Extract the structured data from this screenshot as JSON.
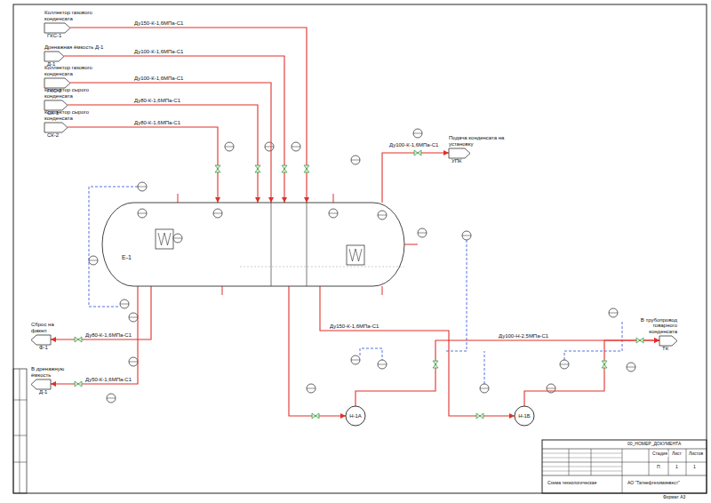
{
  "diagram": {
    "nodes": [
      {
        "text": [
          "Коллектор газового конденсата",
          "ГКС-1"
        ]
      },
      {
        "text": [
          "Дренажная ёмкость Д-1",
          "Д-1"
        ]
      },
      {
        "text": [
          "Коллектор газового конденсата",
          "ГКС-2"
        ]
      },
      {
        "text": [
          "Коллектор сырого конденсата",
          "СК-1"
        ]
      },
      {
        "text": [
          "Коллектор сырого конденсата",
          "СК-2"
        ]
      },
      {
        "text": [
          "Подача конденсата на установку",
          "УПК"
        ]
      },
      {
        "text": [
          "Е-1"
        ]
      },
      {
        "text": [
          "Сброс на факел",
          "Ф-1"
        ]
      },
      {
        "text": [
          "В дренажную ёмкость",
          "Д-1"
        ]
      },
      {
        "text": [
          "В трубопровод товарного конденсата",
          "ТК"
        ]
      },
      {
        "text": [
          "Н-1А"
        ]
      },
      {
        "text": [
          "Н-1Б"
        ]
      }
    ],
    "edges": [
      {
        "from": 0,
        "to": 6,
        "arrow": "to"
      },
      {
        "from": 1,
        "to": 6,
        "arrow": "to"
      },
      {
        "from": 2,
        "to": 6,
        "arrow": "to"
      },
      {
        "from": 3,
        "to": 6,
        "arrow": "to"
      },
      {
        "from": 4,
        "to": 6,
        "arrow": "to"
      },
      {
        "from": 6,
        "to": 5,
        "arrow": "to"
      },
      {
        "from": 6,
        "to": 7,
        "arrow": "to"
      },
      {
        "from": 6,
        "to": 8,
        "arrow": "to"
      },
      {
        "from": 6,
        "to": 10,
        "arrow": "to"
      },
      {
        "from": 6,
        "to": 11,
        "arrow": "to"
      },
      {
        "from": 10,
        "to": 9,
        "arrow": "to"
      },
      {
        "from": 11,
        "to": 9,
        "arrow": "to"
      }
    ],
    "labels": [
      "Ду150-К-1,6МПа-С1",
      "Ду100-К-1,6МПа-С1",
      "Ду100-К-1,6МПа-С1",
      "Ду80-К-1,6МПа-С1",
      "Ду80-К-1,6МПа-С1",
      "Ду100-К-1,6МПа-С1",
      "Ду150-К-1,6МПа-С1",
      "Ду100-Н-2,5МПа-С1",
      "Ду80-К-1,6МПа-С1",
      "Ду50-К-1,6МПа-С1",
      "00_НОМЕР_ДОКУМЕНТА",
      "Стадия",
      "Лист",
      "Листов",
      "П",
      "1",
      "1",
      "Схема технологическая",
      "АО \"Татнефтехиминвест\"",
      "Формат А3"
    ]
  }
}
